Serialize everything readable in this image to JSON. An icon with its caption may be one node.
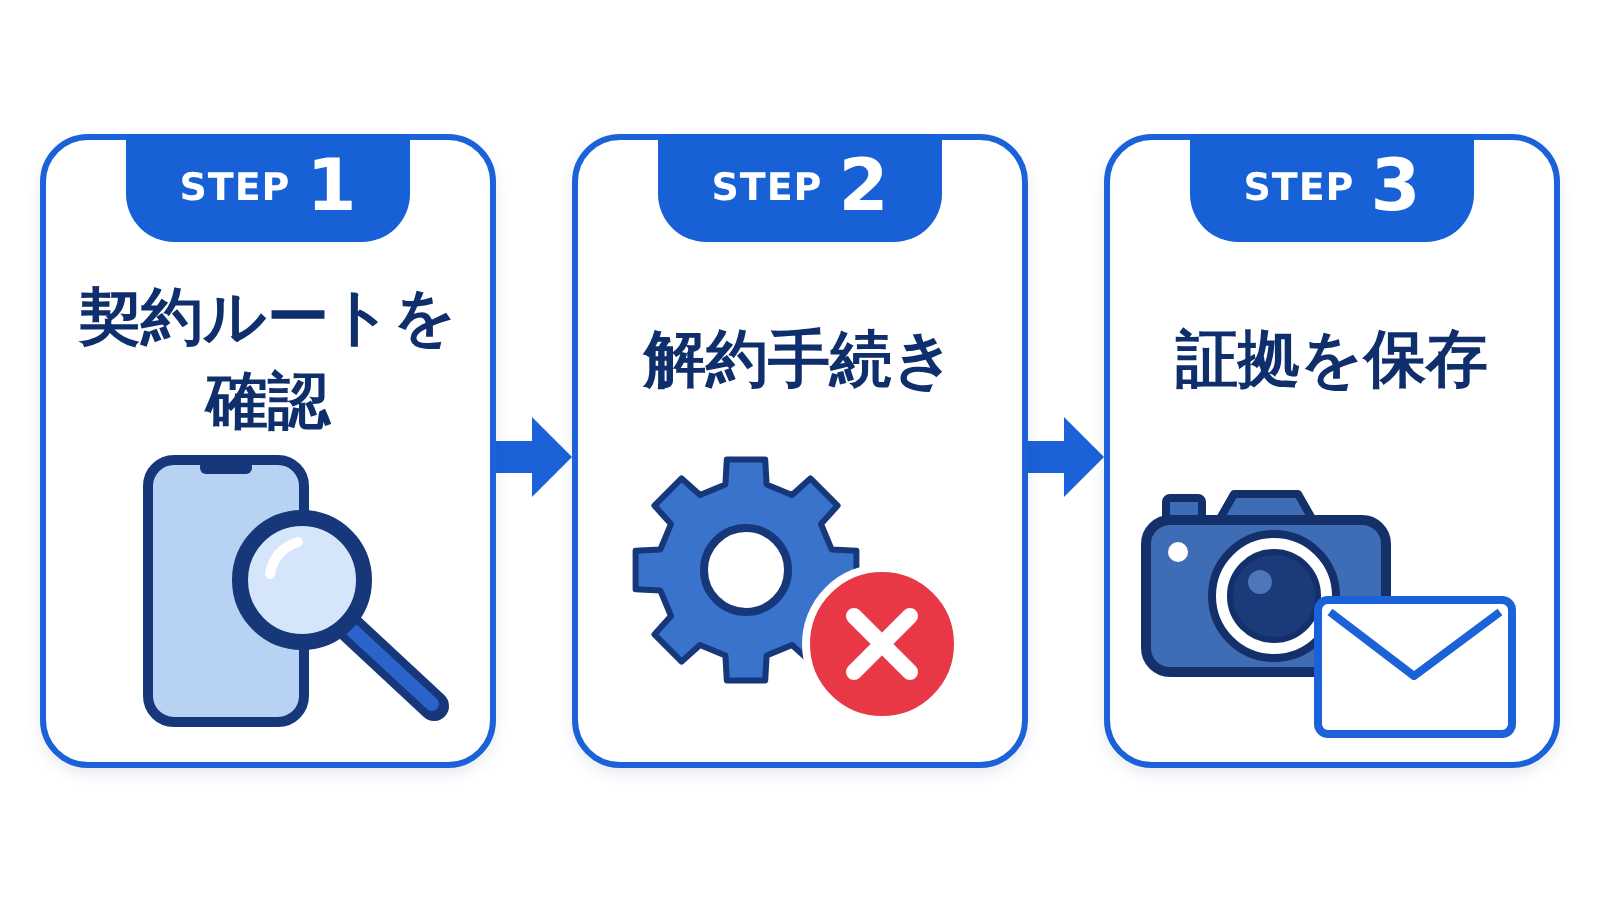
{
  "diagram": {
    "nodes": [
      {
        "text": [
          "STEP 1",
          "契約ルートを確認"
        ]
      },
      {
        "text": [
          "STEP 2",
          "解約手続き"
        ]
      },
      {
        "text": [
          "STEP 3",
          "証拠を保存"
        ]
      }
    ],
    "edges": [
      {
        "from": 0,
        "to": 1,
        "arrow": "to"
      },
      {
        "from": 1,
        "to": 2,
        "arrow": "to"
      }
    ]
  }
}
